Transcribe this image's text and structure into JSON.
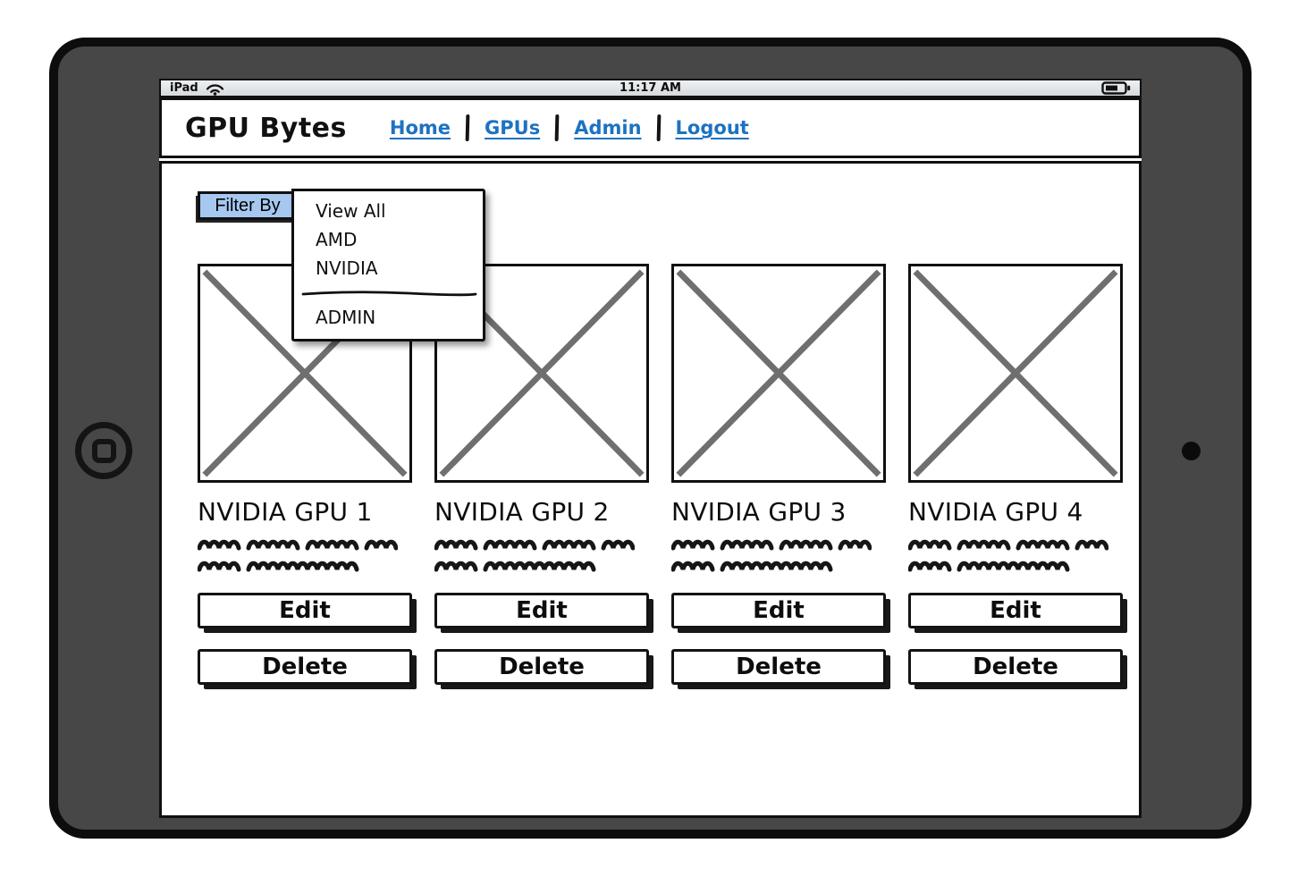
{
  "colors": {
    "frame": "#474747",
    "frameBorder": "#0d0d0d",
    "ink": "#111111",
    "link": "#1d72c2",
    "filterBtn": "#a6c8f0",
    "statusTop": "#eef1f3",
    "statusBottom": "#d5dadd",
    "placeholderX": "#6f6f6f"
  },
  "status_bar": {
    "device_label": "iPad",
    "time": "11:17 AM",
    "icons": {
      "left": "wifi-icon",
      "right": "battery-icon"
    }
  },
  "header": {
    "title": "GPU Bytes",
    "nav": [
      {
        "label": "Home"
      },
      {
        "label": "GPUs"
      },
      {
        "label": "Admin"
      },
      {
        "label": "Logout"
      }
    ]
  },
  "filter": {
    "button_label": "Filter By",
    "menu": {
      "items": [
        "View All",
        "AMD",
        "NVIDIA"
      ],
      "admin_item": "ADMIN"
    }
  },
  "cards": [
    {
      "title": "NVIDIA GPU 1",
      "edit_label": "Edit",
      "delete_label": "Delete"
    },
    {
      "title": "NVIDIA GPU 2",
      "edit_label": "Edit",
      "delete_label": "Delete"
    },
    {
      "title": "NVIDIA GPU 3",
      "edit_label": "Edit",
      "delete_label": "Delete"
    },
    {
      "title": "NVIDIA GPU 4",
      "edit_label": "Edit",
      "delete_label": "Delete"
    }
  ]
}
